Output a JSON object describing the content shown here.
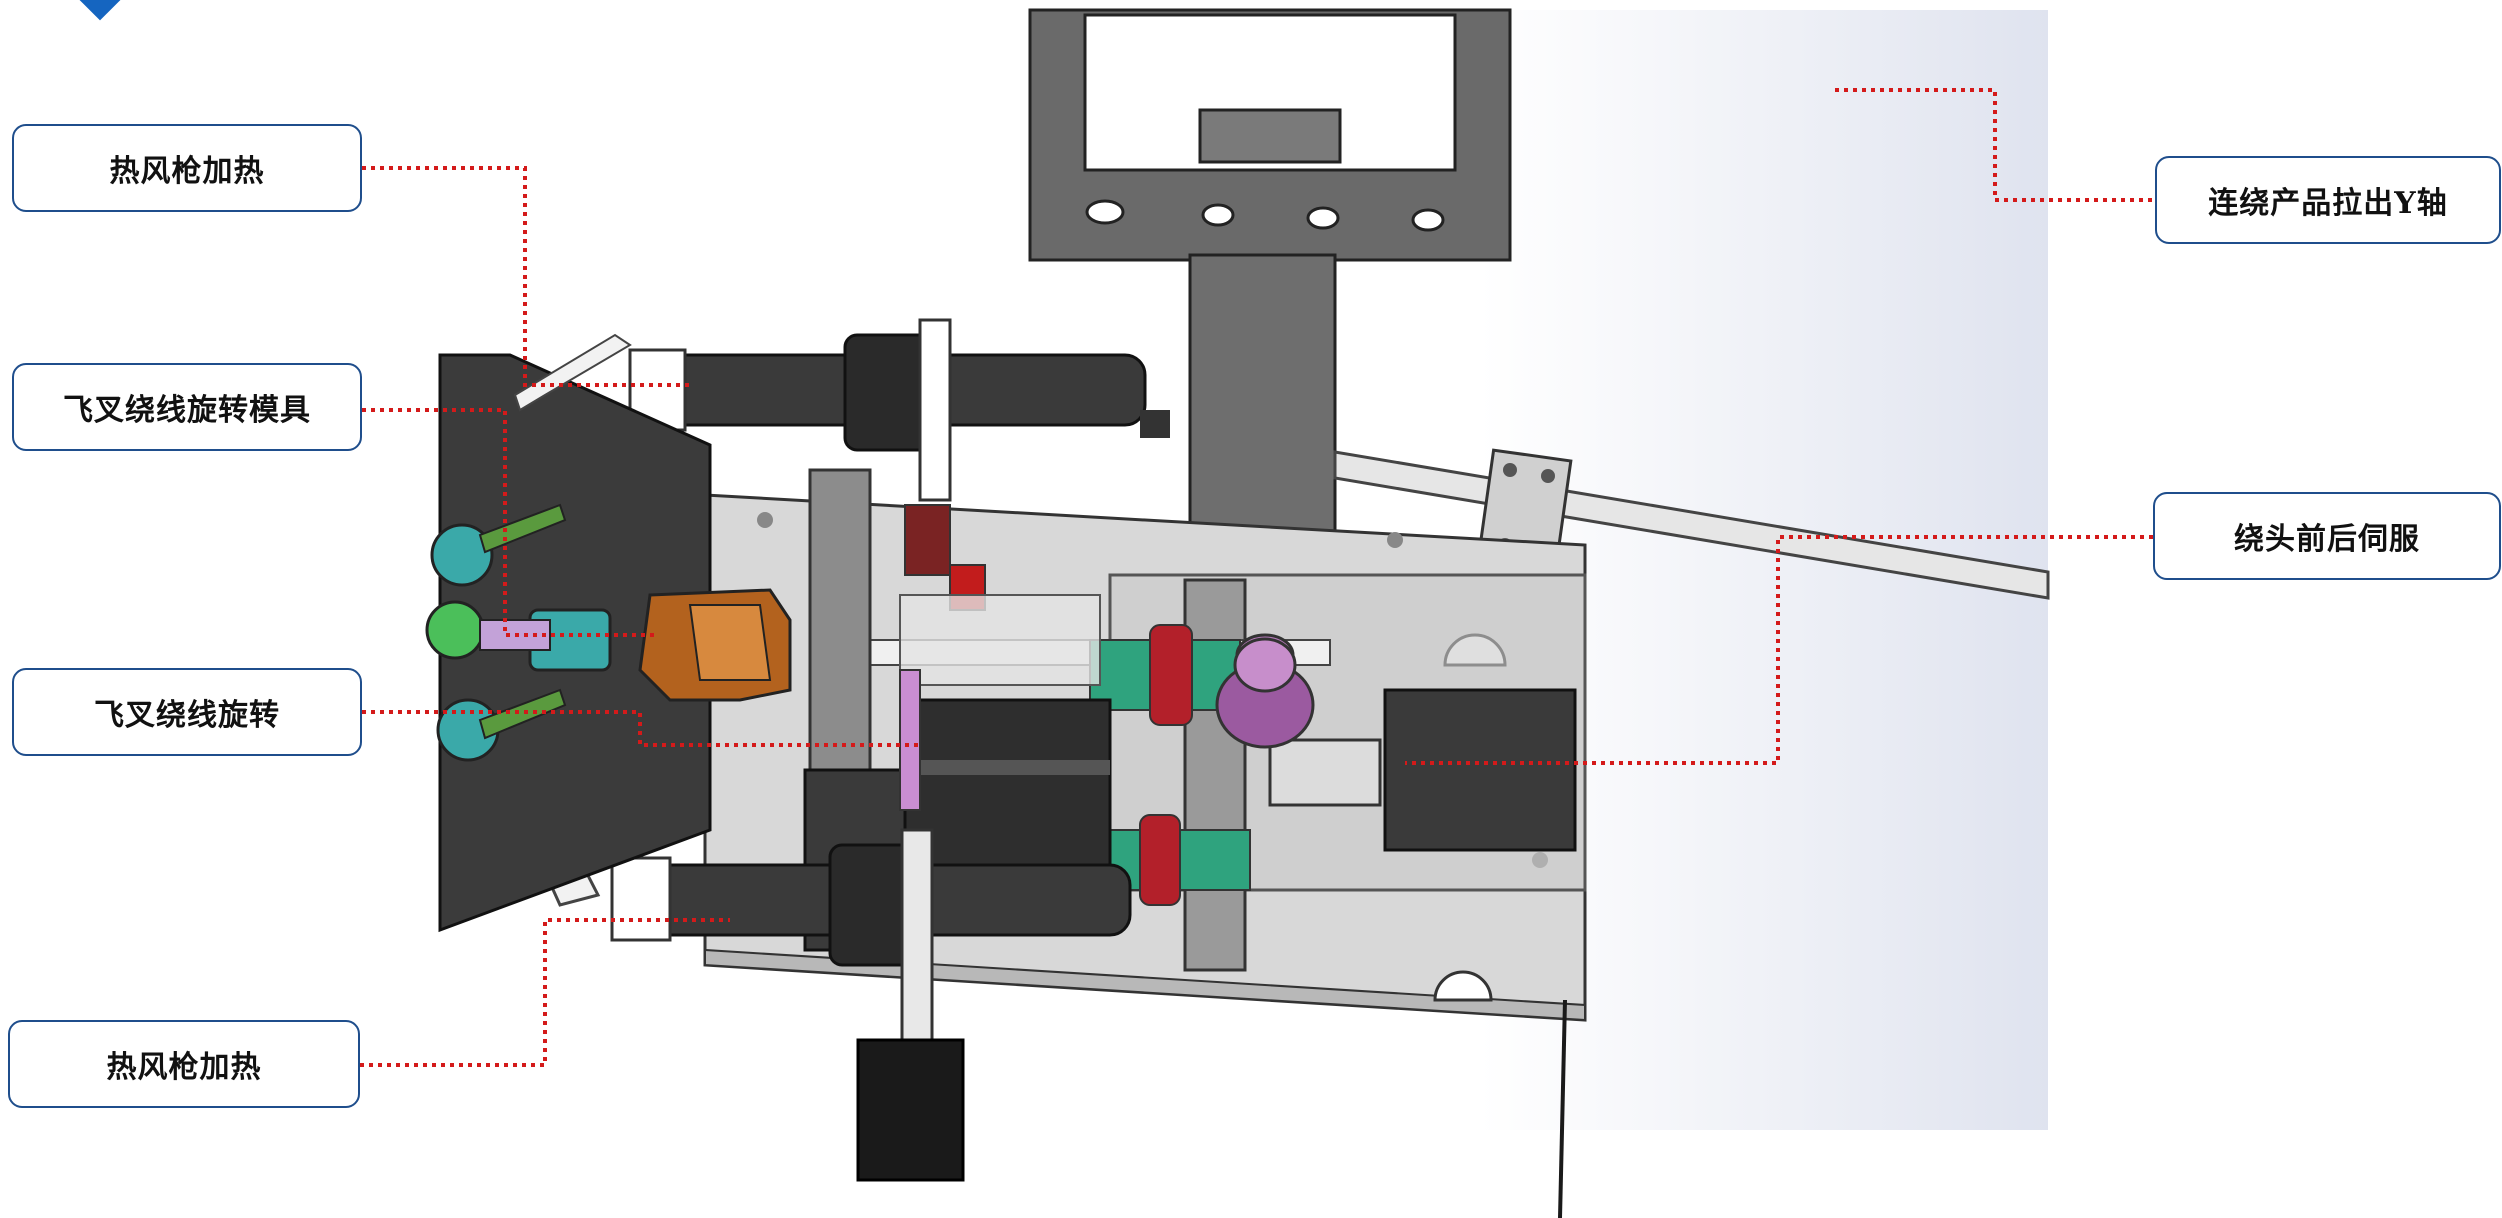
{
  "colors": {
    "accent": "#1565c0",
    "callout_border": "#1f4e8c",
    "leader_line": "#d41a1a"
  },
  "callouts": {
    "hot_air_gun_top": "热风枪加热",
    "flyer_winding_die": "飞叉绕线旋转模具",
    "flyer_winding_rotate": "飞叉绕线旋转",
    "hot_air_gun_bottom": "热风枪加热",
    "pull_out_y_axis": "连绕产品拉出Y轴",
    "head_servo": "绕头前后伺服"
  }
}
